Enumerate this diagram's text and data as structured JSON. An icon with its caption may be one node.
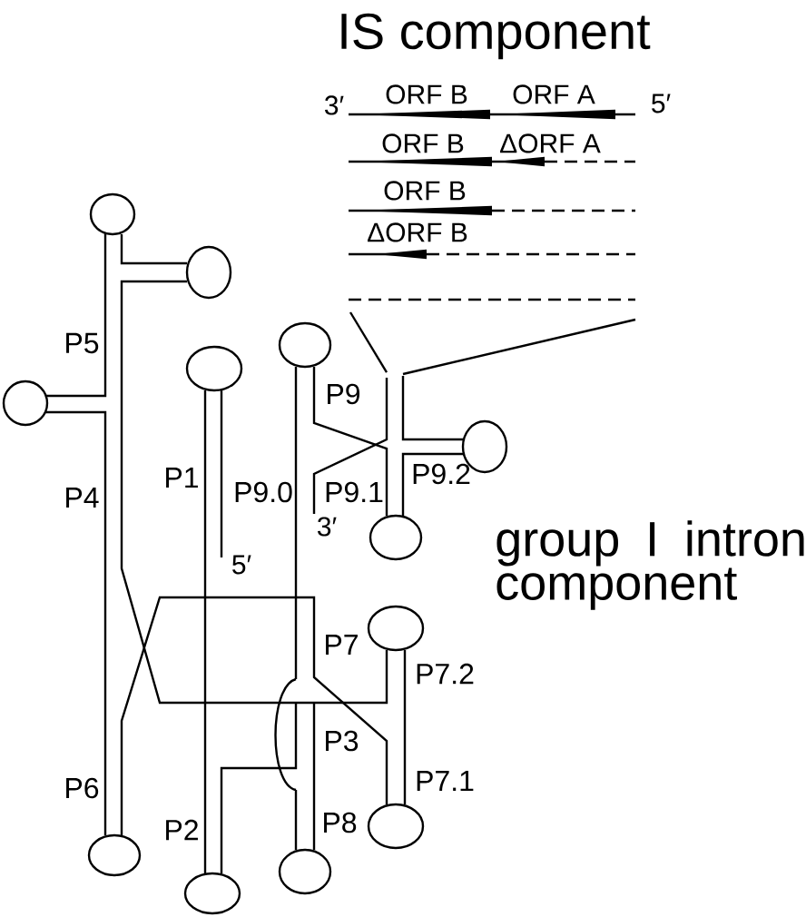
{
  "diagram": {
    "labels": [
      "IS component",
      "3′",
      "ORF B",
      "ORF A",
      "5′",
      "ORF B",
      "ΔORF A",
      "ORF B",
      "ΔORF B",
      "P5",
      "P9",
      "P1",
      "P9.0",
      "P9.1",
      "P9.2",
      "P4",
      "3′",
      "5′",
      "group I intron component",
      "P7",
      "P7.2",
      "P3",
      "P7.1",
      "P6",
      "P8",
      "P2"
    ]
  }
}
